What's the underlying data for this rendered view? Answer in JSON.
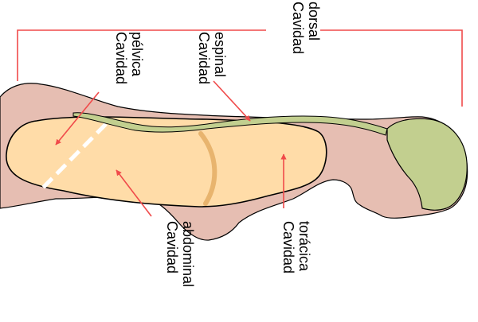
{
  "labels": {
    "dorsal": [
      "Cavidad",
      "dorsal"
    ],
    "pelvic": [
      "Cavidad",
      "pélvica"
    ],
    "spinal": [
      "Cavidad",
      "espinal"
    ],
    "abdominal": [
      "Cavidad",
      "abdominal"
    ],
    "thoracic": [
      "Cavidad",
      "torácica"
    ]
  },
  "colors": {
    "body": "#e6beb2",
    "outline": "#000000",
    "ventral_cavity": "#ffdca8",
    "diaphragm": "#e8b46e",
    "dorsal_cavity": "#c2cf8f",
    "pointer": "#f04a4a",
    "pelvic_divider": "#ffffff"
  }
}
